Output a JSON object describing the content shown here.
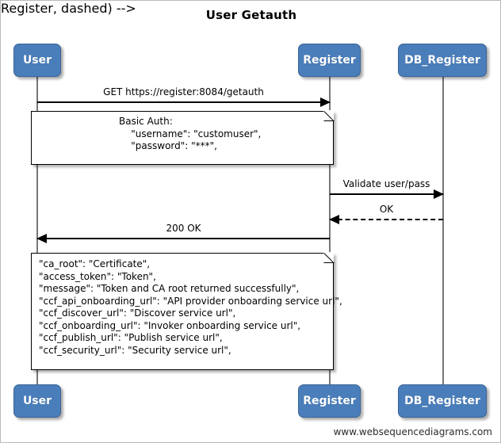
{
  "title": "User Getauth",
  "footer": "www.websequencediagrams.com",
  "colors": {
    "actor_fill": "#4a7ebb",
    "actor_border": "#3a6395",
    "actor_text": "#ffffff",
    "line": "#000000",
    "lifeline": "#777777",
    "background": "#ffffff"
  },
  "participants": [
    {
      "name": "User",
      "top_label": "User",
      "bottom_label": "User"
    },
    {
      "name": "Register",
      "top_label": "Register",
      "bottom_label": "Register"
    },
    {
      "name": "DB_Register",
      "top_label": "DB_Register",
      "bottom_label": "DB_Register"
    }
  ],
  "messages": [
    {
      "label": "GET https://register:8084/getauth",
      "from": "User",
      "to": "Register",
      "style": "solid",
      "direction": "right"
    },
    {
      "label": "Validate user/pass",
      "from": "Register",
      "to": "DB_Register",
      "style": "solid",
      "direction": "right"
    },
    {
      "label": "OK",
      "from": "DB_Register",
      "to": "Register",
      "style": "dashed",
      "direction": "left"
    },
    {
      "label": "200 OK",
      "from": "Register",
      "to": "User",
      "style": "solid",
      "direction": "left"
    }
  ],
  "notes": [
    {
      "id": "basic-auth-note",
      "align": "centered",
      "lines": [
        "Basic Auth:",
        "    \"username\": \"customuser\",",
        "    \"password\": \"***\","
      ]
    },
    {
      "id": "response-payload-note",
      "align": "left",
      "lines": [
        "\"ca_root\": \"Certificate\",",
        "\"access_token\": \"Token\",",
        "\"message\": \"Token and CA root returned successfully\",",
        "\"ccf_api_onboarding_url\": \"API provider onboarding service url\",",
        "\"ccf_discover_url\": \"Discover service url\",",
        "\"ccf_onboarding_url\": \"Invoker onboarding service url\",",
        "\"ccf_publish_url\": \"Publish service url\",",
        "\"ccf_security_url\": \"Security service url\","
      ]
    }
  ]
}
